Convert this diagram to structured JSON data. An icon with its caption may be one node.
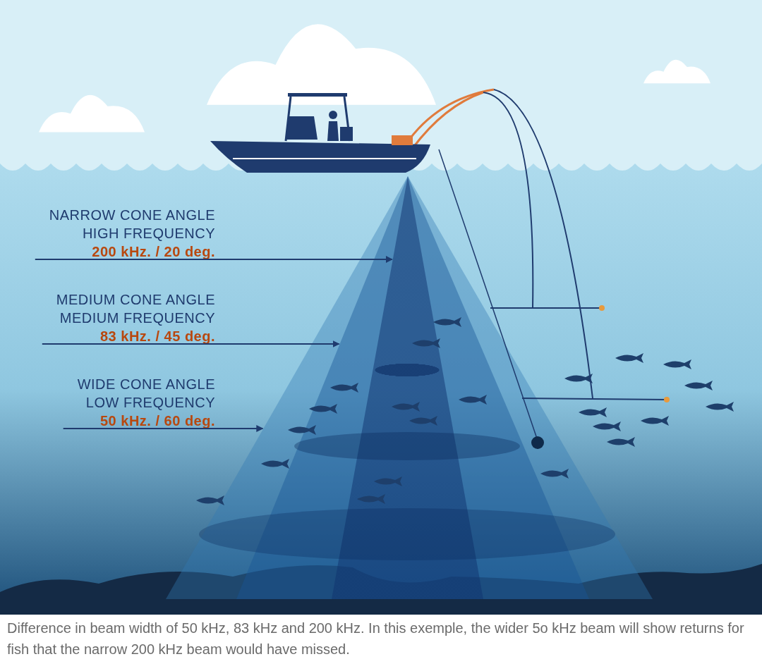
{
  "diagram": {
    "caption": "Difference in beam width of 50 kHz, 83 kHz and 200 kHz. In this exemple, the wider 5o kHz beam will show returns for fish that the narrow 200 kHz beam would have missed.",
    "nodes": [
      {
        "text": [
          "NARROW CONE ANGLE",
          "HIGH FREQUENCY",
          "200 kHz. / 20 deg."
        ]
      },
      {
        "text": [
          "MEDIUM CONE ANGLE",
          "MEDIUM FREQUENCY",
          "83 kHz. / 45 deg."
        ]
      },
      {
        "text": [
          "WIDE CONE ANGLE",
          "LOW FREQUENCY",
          "50 kHz. / 60 deg."
        ]
      },
      {
        "text": [],
        "shape": "triangle",
        "in": 4
      },
      {
        "text": [],
        "shape": "triangle",
        "in": 5
      },
      {
        "text": [],
        "shape": "triangle"
      }
    ],
    "edges": [
      {
        "from": 0,
        "to": 3,
        "arrow": "to"
      },
      {
        "from": 1,
        "to": 4,
        "arrow": "to"
      },
      {
        "from": 2,
        "to": 5,
        "arrow": "to"
      }
    ]
  }
}
